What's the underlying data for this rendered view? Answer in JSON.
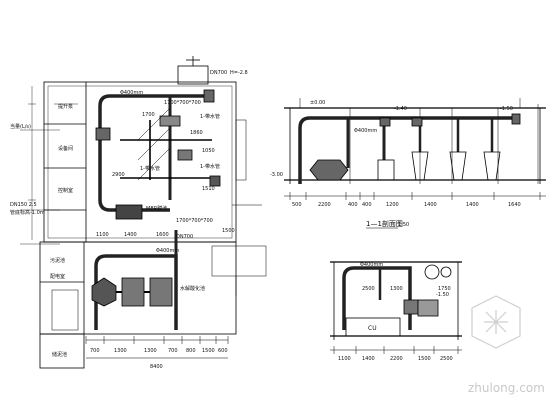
{
  "plan": {
    "dn_top": "DN700",
    "dn_top_elev": "H=-2.8",
    "dn_mid": "DN700",
    "dim_pipe_a": "Φ400mm",
    "dim_pipe_b": "Φ400mm",
    "duct_a": "1700*700*700",
    "duct_b": "1700*700*700",
    "elev_a": "1-带水管",
    "elev_b": "1-带水管",
    "elev_c": "1-带水管",
    "num_1860": "1860",
    "num_1700": "1700",
    "num_2900": "2900",
    "num_1050": "1050",
    "num_1510": "1510",
    "num_1600": "1600",
    "num_1400": "1400",
    "num_1100": "1100",
    "num_1500": "1500",
    "label_mbr": "MBR膜池",
    "label_tank": "水解酸化池",
    "label_pump": "提升泵",
    "label_dev": "设备间",
    "label_room": "控制室",
    "label_sludge": "污泥池",
    "label_sludge2": "储泥池",
    "label_ctl": "配电室",
    "dim_bottom": [
      "700",
      "1300",
      "1300",
      "700",
      "800",
      "1500",
      "600"
    ],
    "total_bottom": "8400",
    "note_lines": [
      "当量(L/s)",
      "DN150 2.5",
      "管底标高-1.0m"
    ]
  },
  "section1": {
    "title": "1—1剖面图",
    "scale": "1:50",
    "dims": [
      "500",
      "2200",
      "400",
      "400",
      "1200",
      "1400",
      "1400",
      "1640"
    ],
    "elev_left": "-3.00",
    "elev_mid": "-1.40",
    "elev_right": "-1.50",
    "dim_pipe": "Φ400mm",
    "elev_top": "±0.00"
  },
  "section2": {
    "cu_label": "CU",
    "dims_top": [
      "2500",
      "1300",
      "1750"
    ],
    "dims_bottom": [
      "1100",
      "1400",
      "2200",
      "1500",
      "2500"
    ],
    "dim_pipe": "Φ400mm",
    "elev": "-1.50"
  },
  "watermark": {
    "text": "zhulong.com"
  }
}
